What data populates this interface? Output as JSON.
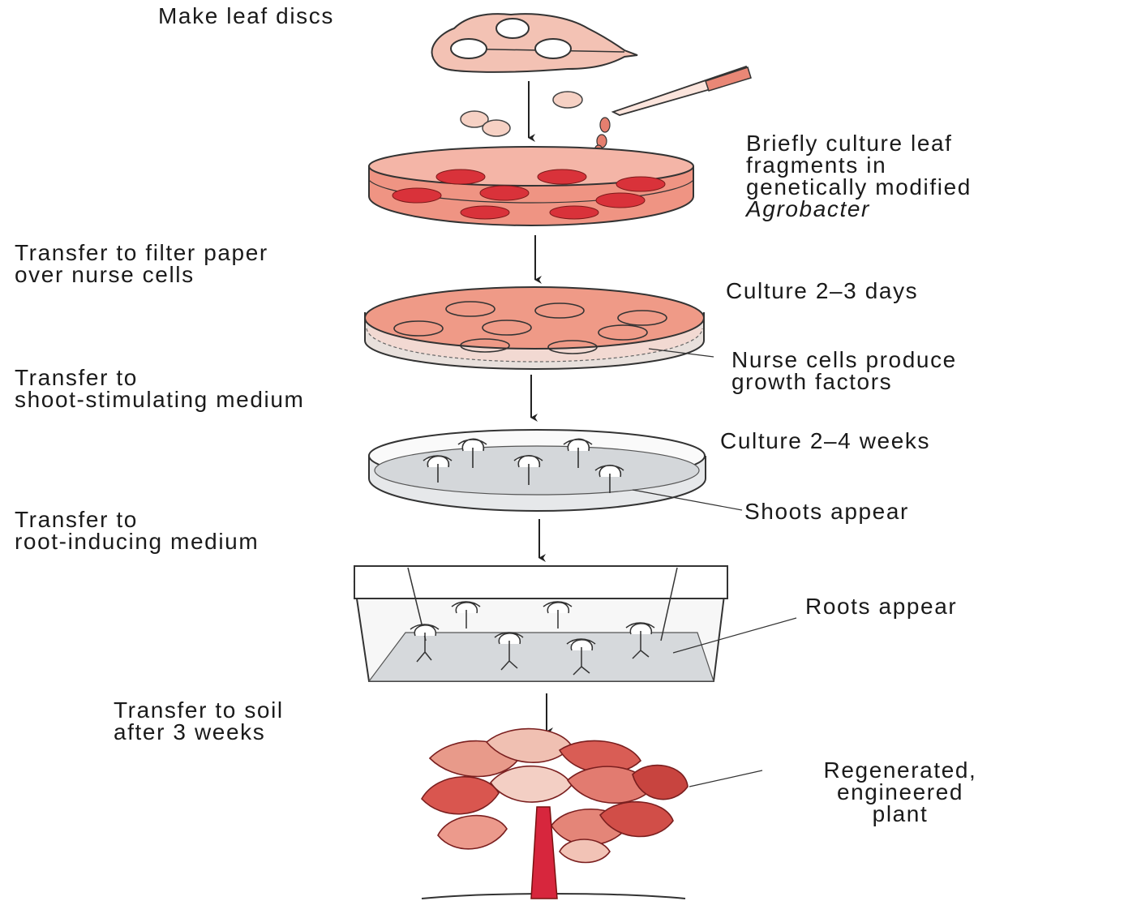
{
  "steps": {
    "make_leaf_discs": "Make leaf discs",
    "briefly_culture": [
      "Briefly culture leaf",
      "fragments in",
      "genetically modified"
    ],
    "briefly_culture_organism": "Agrobacter",
    "transfer_filter": [
      "Transfer to filter paper",
      "over nurse cells"
    ],
    "culture_days": "Culture 2–3 days",
    "nurse_cells": [
      "Nurse cells produce",
      "growth factors"
    ],
    "transfer_shoot": [
      "Transfer to",
      "shoot-stimulating medium"
    ],
    "culture_weeks": "Culture 2–4 weeks",
    "shoots_appear": "Shoots appear",
    "transfer_root": [
      "Transfer to",
      "root-inducing medium"
    ],
    "roots_appear": "Roots appear",
    "transfer_soil": [
      "Transfer to soil",
      "after 3 weeks"
    ],
    "regenerated": [
      "Regenerated,",
      "engineered",
      "plant"
    ]
  },
  "colors": {
    "text": "#1a1a1a",
    "line": "#2a2a2a",
    "leaf_fill": "#f2c0b2",
    "medium_red": "#ee8a7c",
    "disc_red": "#d9323a",
    "culture_medium": "#f09a88",
    "gray_medium": "#d4d7da",
    "stem_red": "#d7263d"
  }
}
